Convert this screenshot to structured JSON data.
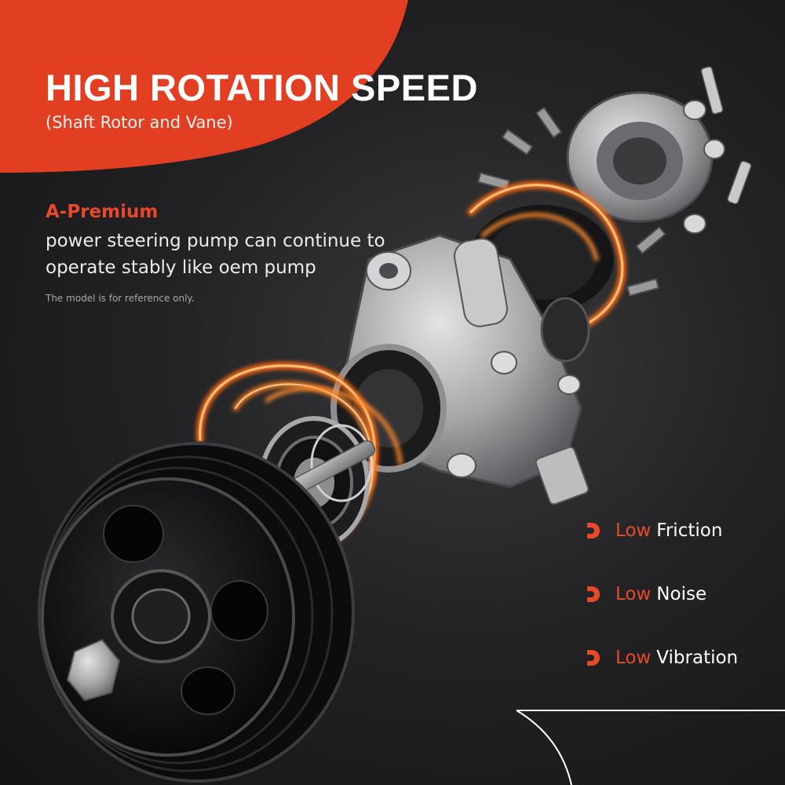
{
  "headline": "HIGH ROTATION SPEED",
  "subheadline": "(Shaft Rotor and Vane)",
  "brand": "A-Premium",
  "description": "power steering pump can continue to operate stably like oem pump",
  "disclaimer": "The model is for reference only.",
  "features": [
    {
      "prefix": "Low",
      "label": "Friction"
    },
    {
      "prefix": "Low",
      "label": "Noise"
    },
    {
      "prefix": "Low",
      "label": "Vibration"
    }
  ],
  "colors": {
    "accent": "#e8492a",
    "background": "#232325",
    "glow": "#ff7a1e",
    "metal": "#b9b9bb",
    "pulley": "#111113"
  },
  "icons": {
    "feature_bullet": "half-circle-bullet-icon"
  }
}
